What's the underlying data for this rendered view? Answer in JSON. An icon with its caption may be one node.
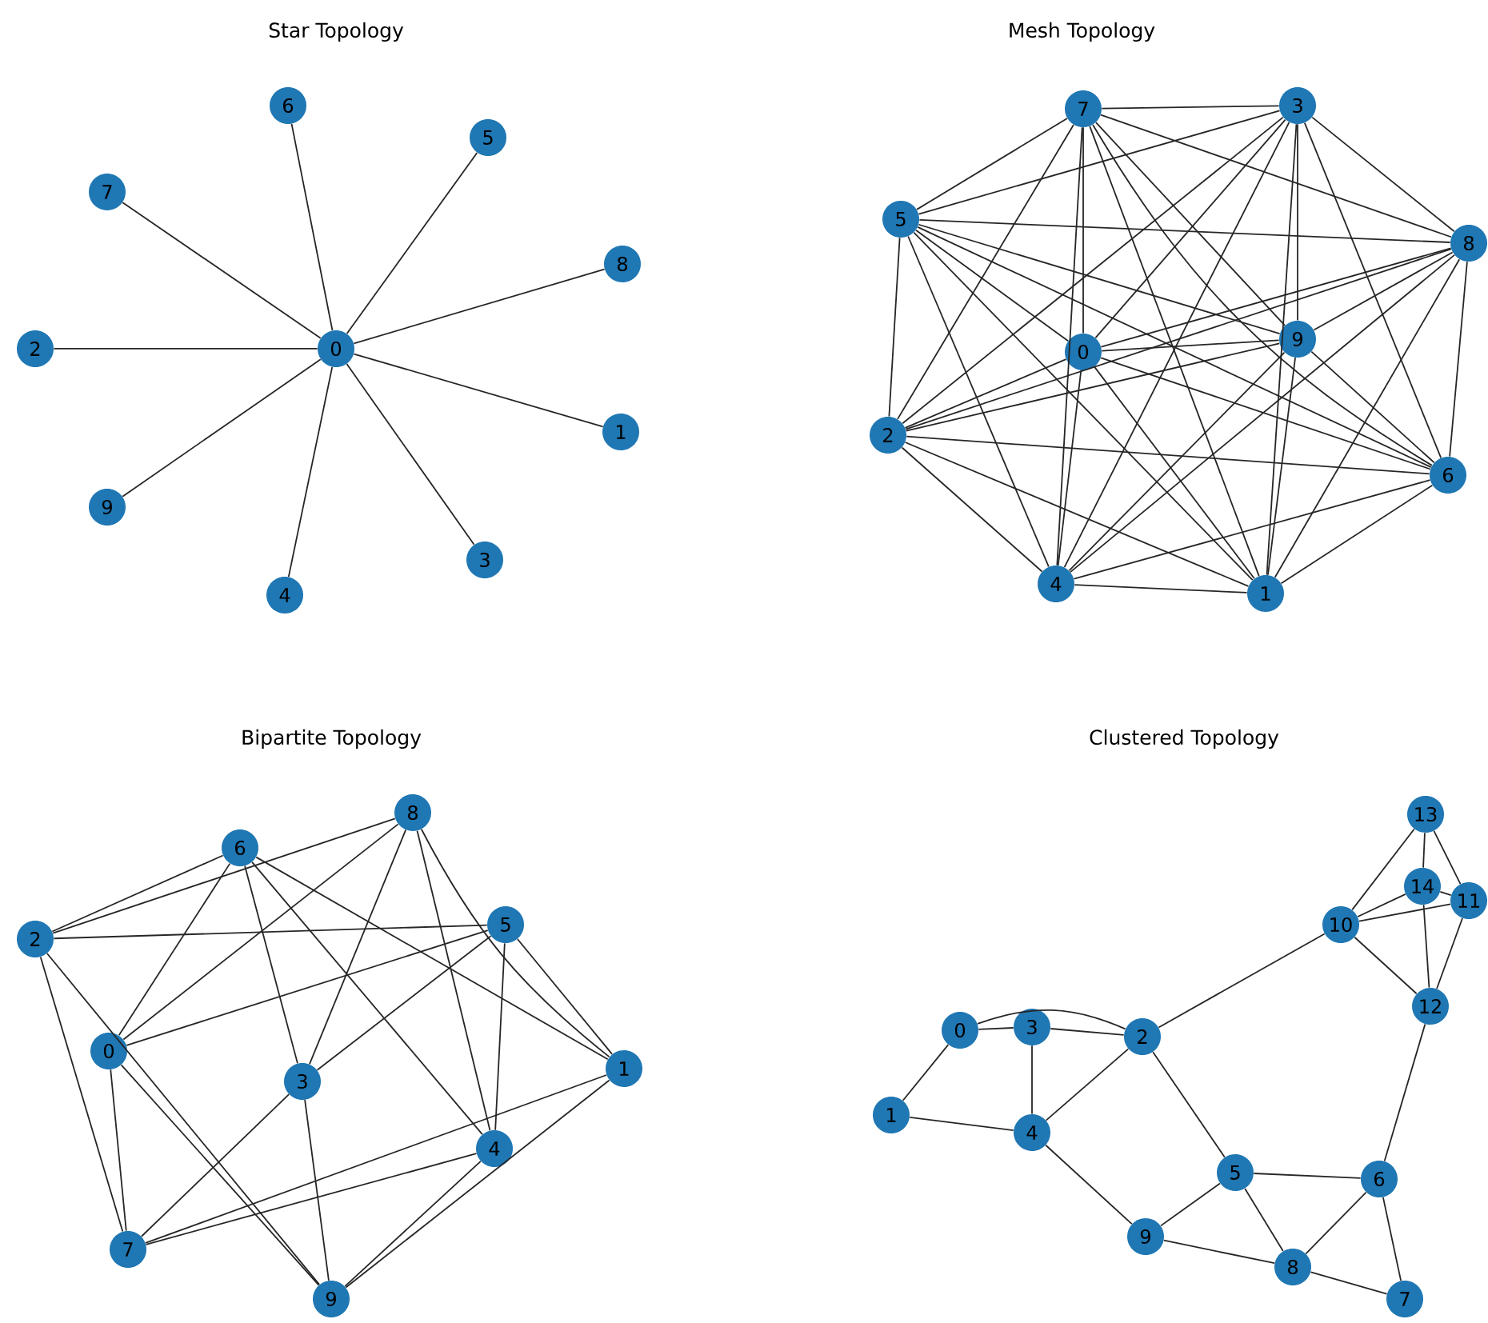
{
  "diagram": {
    "nodes": [
      {
        "text": [
          "0"
        ]
      },
      {
        "text": [
          "1"
        ]
      },
      {
        "text": [
          "2"
        ]
      },
      {
        "text": [
          "3"
        ]
      },
      {
        "text": [
          "4"
        ]
      },
      {
        "text": [
          "5"
        ]
      },
      {
        "text": [
          "6"
        ]
      },
      {
        "text": [
          "7"
        ]
      },
      {
        "text": [
          "8"
        ]
      },
      {
        "text": [
          "9"
        ]
      },
      {
        "text": [
          "0"
        ]
      },
      {
        "text": [
          "1"
        ]
      },
      {
        "text": [
          "2"
        ]
      },
      {
        "text": [
          "3"
        ]
      },
      {
        "text": [
          "4"
        ]
      },
      {
        "text": [
          "5"
        ]
      },
      {
        "text": [
          "6"
        ]
      },
      {
        "text": [
          "7"
        ]
      },
      {
        "text": [
          "8"
        ]
      },
      {
        "text": [
          "9"
        ]
      },
      {
        "text": [
          "0"
        ]
      },
      {
        "text": [
          "1"
        ]
      },
      {
        "text": [
          "2"
        ]
      },
      {
        "text": [
          "3"
        ]
      },
      {
        "text": [
          "4"
        ]
      },
      {
        "text": [
          "5"
        ]
      },
      {
        "text": [
          "6"
        ]
      },
      {
        "text": [
          "7"
        ]
      },
      {
        "text": [
          "8"
        ]
      },
      {
        "text": [
          "9"
        ]
      },
      {
        "text": [
          "0"
        ]
      },
      {
        "text": [
          "1"
        ]
      },
      {
        "text": [
          "2"
        ]
      },
      {
        "text": [
          "3"
        ]
      },
      {
        "text": [
          "4"
        ]
      },
      {
        "text": [
          "5"
        ]
      },
      {
        "text": [
          "6"
        ]
      },
      {
        "text": [
          "7"
        ]
      },
      {
        "text": [
          "8"
        ]
      },
      {
        "text": [
          "9"
        ]
      },
      {
        "text": [
          "10"
        ]
      },
      {
        "text": [
          "11"
        ]
      },
      {
        "text": [
          "12"
        ]
      },
      {
        "text": [
          "13"
        ]
      },
      {
        "text": [
          "14"
        ]
      }
    ],
    "edges": [
      {
        "from": 0,
        "to": 1,
        "arrow": "none"
      },
      {
        "from": 0,
        "to": 2,
        "arrow": "none"
      },
      {
        "from": 0,
        "to": 3,
        "arrow": "none"
      },
      {
        "from": 0,
        "to": 4,
        "arrow": "none"
      },
      {
        "from": 0,
        "to": 5,
        "arrow": "none"
      },
      {
        "from": 0,
        "to": 6,
        "arrow": "none"
      },
      {
        "from": 0,
        "to": 7,
        "arrow": "none"
      },
      {
        "from": 0,
        "to": 8,
        "arrow": "none"
      },
      {
        "from": 0,
        "to": 9,
        "arrow": "none"
      },
      {
        "from": 10,
        "to": 11,
        "arrow": "none"
      },
      {
        "from": 10,
        "to": 12,
        "arrow": "none"
      },
      {
        "from": 10,
        "to": 13,
        "arrow": "none"
      },
      {
        "from": 10,
        "to": 14,
        "arrow": "none"
      },
      {
        "from": 10,
        "to": 15,
        "arrow": "none"
      },
      {
        "from": 10,
        "to": 16,
        "arrow": "none"
      },
      {
        "from": 10,
        "to": 17,
        "arrow": "none"
      },
      {
        "from": 10,
        "to": 18,
        "arrow": "none"
      },
      {
        "from": 10,
        "to": 19,
        "arrow": "none"
      },
      {
        "from": 11,
        "to": 12,
        "arrow": "none"
      },
      {
        "from": 11,
        "to": 13,
        "arrow": "none"
      },
      {
        "from": 11,
        "to": 14,
        "arrow": "none"
      },
      {
        "from": 11,
        "to": 15,
        "arrow": "none"
      },
      {
        "from": 11,
        "to": 16,
        "arrow": "none"
      },
      {
        "from": 11,
        "to": 17,
        "arrow": "none"
      },
      {
        "from": 11,
        "to": 18,
        "arrow": "none"
      },
      {
        "from": 11,
        "to": 19,
        "arrow": "none"
      },
      {
        "from": 12,
        "to": 13,
        "arrow": "none"
      },
      {
        "from": 12,
        "to": 14,
        "arrow": "none"
      },
      {
        "from": 12,
        "to": 15,
        "arrow": "none"
      },
      {
        "from": 12,
        "to": 16,
        "arrow": "none"
      },
      {
        "from": 12,
        "to": 17,
        "arrow": "none"
      },
      {
        "from": 12,
        "to": 18,
        "arrow": "none"
      },
      {
        "from": 12,
        "to": 19,
        "arrow": "none"
      },
      {
        "from": 13,
        "to": 14,
        "arrow": "none"
      },
      {
        "from": 13,
        "to": 15,
        "arrow": "none"
      },
      {
        "from": 13,
        "to": 16,
        "arrow": "none"
      },
      {
        "from": 13,
        "to": 17,
        "arrow": "none"
      },
      {
        "from": 13,
        "to": 18,
        "arrow": "none"
      },
      {
        "from": 13,
        "to": 19,
        "arrow": "none"
      },
      {
        "from": 14,
        "to": 15,
        "arrow": "none"
      },
      {
        "from": 14,
        "to": 16,
        "arrow": "none"
      },
      {
        "from": 14,
        "to": 17,
        "arrow": "none"
      },
      {
        "from": 14,
        "to": 18,
        "arrow": "none"
      },
      {
        "from": 14,
        "to": 19,
        "arrow": "none"
      },
      {
        "from": 15,
        "to": 16,
        "arrow": "none"
      },
      {
        "from": 15,
        "to": 17,
        "arrow": "none"
      },
      {
        "from": 15,
        "to": 18,
        "arrow": "none"
      },
      {
        "from": 15,
        "to": 19,
        "arrow": "none"
      },
      {
        "from": 16,
        "to": 17,
        "arrow": "none"
      },
      {
        "from": 16,
        "to": 18,
        "arrow": "none"
      },
      {
        "from": 16,
        "to": 19,
        "arrow": "none"
      },
      {
        "from": 17,
        "to": 18,
        "arrow": "none"
      },
      {
        "from": 17,
        "to": 19,
        "arrow": "none"
      },
      {
        "from": 18,
        "to": 19,
        "arrow": "none"
      },
      {
        "from": 20,
        "to": 25,
        "arrow": "none"
      },
      {
        "from": 20,
        "to": 26,
        "arrow": "none"
      },
      {
        "from": 20,
        "to": 27,
        "arrow": "none"
      },
      {
        "from": 20,
        "to": 28,
        "arrow": "none"
      },
      {
        "from": 20,
        "to": 29,
        "arrow": "none"
      },
      {
        "from": 21,
        "to": 25,
        "arrow": "none"
      },
      {
        "from": 21,
        "to": 26,
        "arrow": "none"
      },
      {
        "from": 21,
        "to": 27,
        "arrow": "none"
      },
      {
        "from": 21,
        "to": 28,
        "arrow": "none"
      },
      {
        "from": 21,
        "to": 29,
        "arrow": "none"
      },
      {
        "from": 22,
        "to": 25,
        "arrow": "none"
      },
      {
        "from": 22,
        "to": 26,
        "arrow": "none"
      },
      {
        "from": 22,
        "to": 27,
        "arrow": "none"
      },
      {
        "from": 22,
        "to": 28,
        "arrow": "none"
      },
      {
        "from": 22,
        "to": 29,
        "arrow": "none"
      },
      {
        "from": 23,
        "to": 25,
        "arrow": "none"
      },
      {
        "from": 23,
        "to": 26,
        "arrow": "none"
      },
      {
        "from": 23,
        "to": 27,
        "arrow": "none"
      },
      {
        "from": 23,
        "to": 28,
        "arrow": "none"
      },
      {
        "from": 23,
        "to": 29,
        "arrow": "none"
      },
      {
        "from": 24,
        "to": 25,
        "arrow": "none"
      },
      {
        "from": 24,
        "to": 26,
        "arrow": "none"
      },
      {
        "from": 24,
        "to": 27,
        "arrow": "none"
      },
      {
        "from": 24,
        "to": 28,
        "arrow": "none"
      },
      {
        "from": 24,
        "to": 29,
        "arrow": "none"
      },
      {
        "from": 30,
        "to": 31,
        "arrow": "none"
      },
      {
        "from": 30,
        "to": 33,
        "arrow": "none"
      },
      {
        "from": 30,
        "to": 32,
        "arrow": "none"
      },
      {
        "from": 31,
        "to": 34,
        "arrow": "none"
      },
      {
        "from": 33,
        "to": 34,
        "arrow": "none"
      },
      {
        "from": 33,
        "to": 32,
        "arrow": "none"
      },
      {
        "from": 32,
        "to": 34,
        "arrow": "none"
      },
      {
        "from": 32,
        "to": 40,
        "arrow": "none"
      },
      {
        "from": 32,
        "to": 35,
        "arrow": "none"
      },
      {
        "from": 34,
        "to": 39,
        "arrow": "none"
      },
      {
        "from": 39,
        "to": 35,
        "arrow": "none"
      },
      {
        "from": 39,
        "to": 38,
        "arrow": "none"
      },
      {
        "from": 35,
        "to": 38,
        "arrow": "none"
      },
      {
        "from": 35,
        "to": 36,
        "arrow": "none"
      },
      {
        "from": 36,
        "to": 38,
        "arrow": "none"
      },
      {
        "from": 36,
        "to": 37,
        "arrow": "none"
      },
      {
        "from": 38,
        "to": 37,
        "arrow": "none"
      },
      {
        "from": 36,
        "to": 42,
        "arrow": "none"
      },
      {
        "from": 40,
        "to": 42,
        "arrow": "none"
      },
      {
        "from": 40,
        "to": 43,
        "arrow": "none"
      },
      {
        "from": 40,
        "to": 44,
        "arrow": "none"
      },
      {
        "from": 40,
        "to": 41,
        "arrow": "none"
      },
      {
        "from": 43,
        "to": 44,
        "arrow": "none"
      },
      {
        "from": 43,
        "to": 41,
        "arrow": "none"
      },
      {
        "from": 44,
        "to": 41,
        "arrow": "none"
      },
      {
        "from": 44,
        "to": 42,
        "arrow": "none"
      },
      {
        "from": 42,
        "to": 41,
        "arrow": "none"
      }
    ],
    "labels": [
      "Star Topology",
      "Mesh Topology",
      "Bipartite Topology",
      "Clustered Topology"
    ]
  }
}
